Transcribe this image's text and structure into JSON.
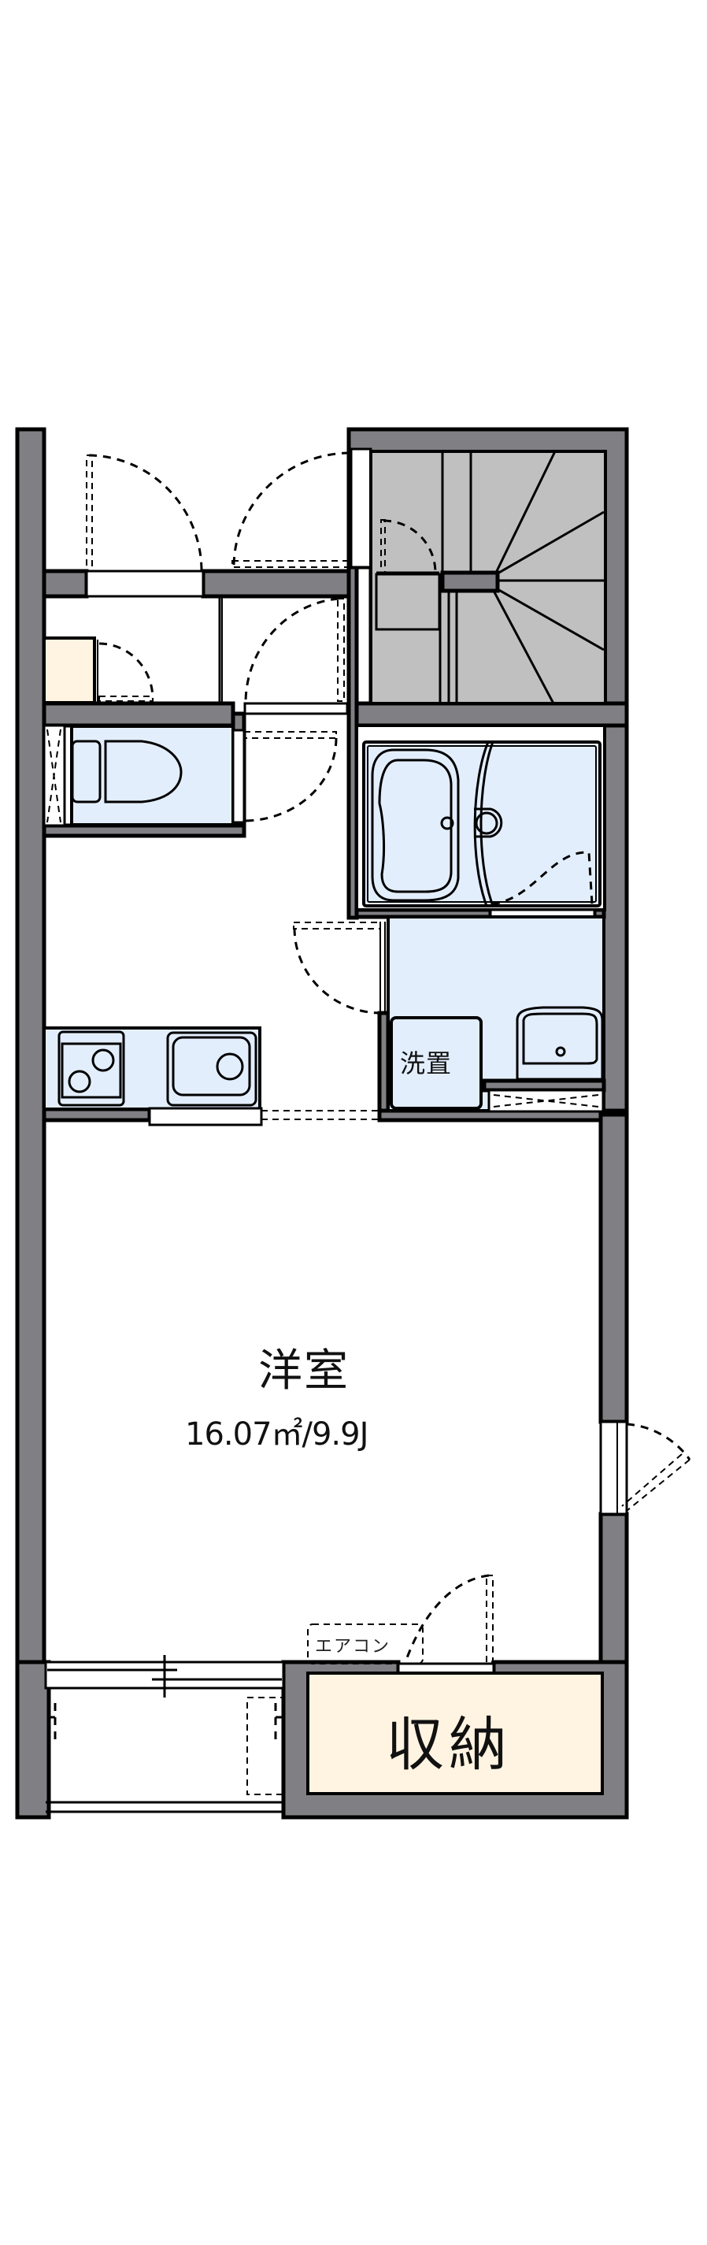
{
  "floor_plan": {
    "colors": {
      "wall": "#808084",
      "stair": "#c0c0c0",
      "wet_area": "#e3eefd",
      "storage": "#fff4e1",
      "line": "#000000",
      "background": "#ffffff"
    },
    "rooms": {
      "western_room": {
        "name": "洋室",
        "area": "16.07㎡/9.9J"
      },
      "closet": {
        "name": "収納"
      },
      "washroom": {
        "washer_space_label": "洗置"
      },
      "air_conditioner": {
        "label": "エアコン"
      }
    },
    "fixtures": [
      "toilet",
      "unit-bath",
      "wash-basin",
      "washer-space",
      "kitchen-sink",
      "two-burner-stove",
      "shoe-cabinet",
      "spiral-staircase",
      "balcony",
      "outdoor-ac-unit"
    ]
  }
}
